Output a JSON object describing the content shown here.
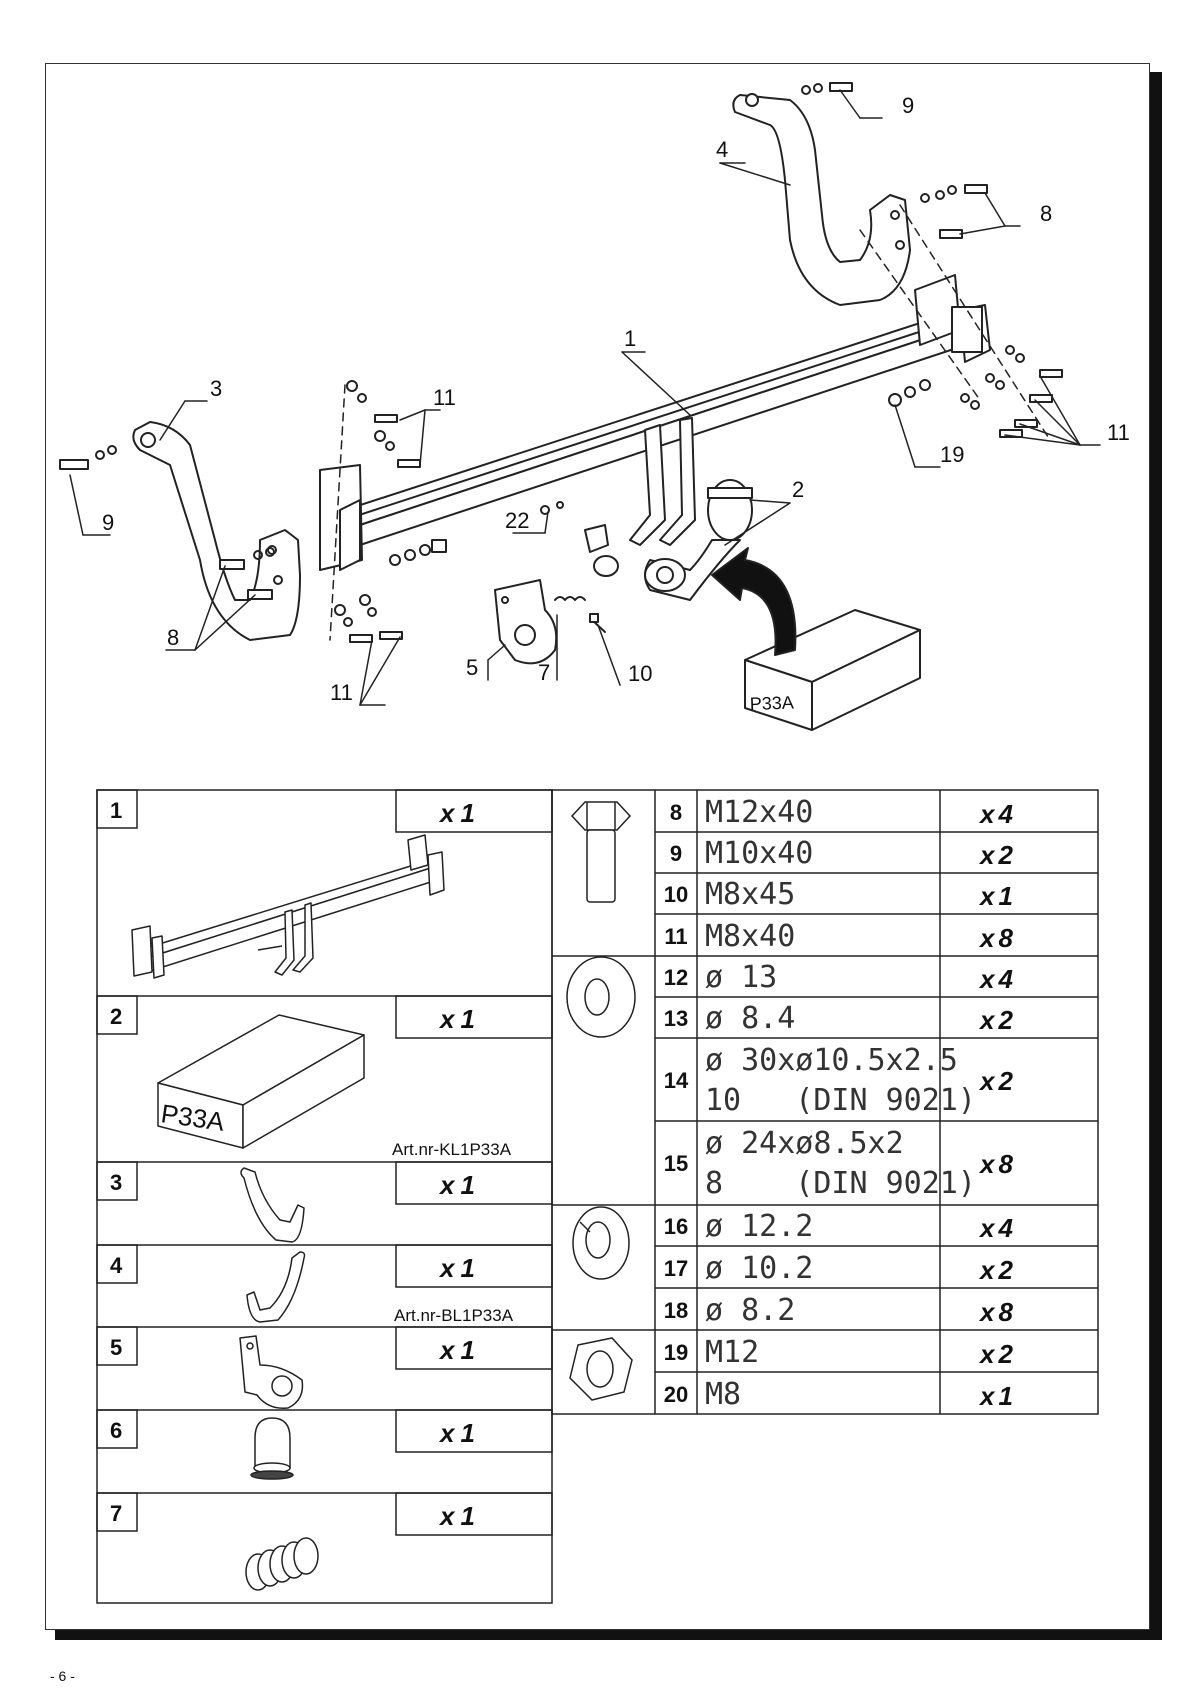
{
  "page_number": "- 6 -",
  "diagram": {
    "callouts": [
      {
        "id": "c1",
        "text": "1"
      },
      {
        "id": "c2",
        "text": "2"
      },
      {
        "id": "c3",
        "text": "3"
      },
      {
        "id": "c4",
        "text": "4"
      },
      {
        "id": "c5",
        "text": "5"
      },
      {
        "id": "c7",
        "text": "7"
      },
      {
        "id": "c8a",
        "text": "8"
      },
      {
        "id": "c8b",
        "text": "8"
      },
      {
        "id": "c9a",
        "text": "9"
      },
      {
        "id": "c9b",
        "text": "9"
      },
      {
        "id": "c10",
        "text": "10"
      },
      {
        "id": "c11a",
        "text": "11"
      },
      {
        "id": "c11b",
        "text": "11"
      },
      {
        "id": "c11c",
        "text": "11"
      },
      {
        "id": "c19",
        "text": "19"
      },
      {
        "id": "c22",
        "text": "22"
      }
    ],
    "box_label": "P33A"
  },
  "parts_left": [
    {
      "num": "1",
      "qty_prefix": "x",
      "qty": "1",
      "art": ""
    },
    {
      "num": "2",
      "qty_prefix": "x",
      "qty": "1",
      "art": "Art.nr-KL1P33A",
      "box_label": "P33A"
    },
    {
      "num": "3",
      "qty_prefix": "x",
      "qty": "1",
      "art": ""
    },
    {
      "num": "4",
      "qty_prefix": "x",
      "qty": "1",
      "art": "Art.nr-BL1P33A"
    },
    {
      "num": "5",
      "qty_prefix": "x",
      "qty": "1",
      "art": ""
    },
    {
      "num": "6",
      "qty_prefix": "x",
      "qty": "1",
      "art": ""
    },
    {
      "num": "7",
      "qty_prefix": "x",
      "qty": "1",
      "art": ""
    }
  ],
  "parts_right": [
    {
      "num": "8",
      "spec": [
        "M12x40"
      ],
      "qty_prefix": "x",
      "qty": "4"
    },
    {
      "num": "9",
      "spec": [
        "M10x40"
      ],
      "qty_prefix": "x",
      "qty": "2"
    },
    {
      "num": "10",
      "spec": [
        "M8x45"
      ],
      "qty_prefix": "x",
      "qty": "1"
    },
    {
      "num": "11",
      "spec": [
        "M8x40"
      ],
      "qty_prefix": "x",
      "qty": "8"
    },
    {
      "num": "12",
      "spec": [
        "ø 13"
      ],
      "qty_prefix": "x",
      "qty": "4"
    },
    {
      "num": "13",
      "spec": [
        "ø 8.4"
      ],
      "qty_prefix": "x",
      "qty": "2"
    },
    {
      "num": "14",
      "spec": [
        "ø 30xø10.5x2.5",
        "10   (DIN 9021)"
      ],
      "qty_prefix": "x",
      "qty": "2"
    },
    {
      "num": "15",
      "spec": [
        "ø 24xø8.5x2",
        "8    (DIN 9021)"
      ],
      "qty_prefix": "x",
      "qty": "8"
    },
    {
      "num": "16",
      "spec": [
        "ø 12.2"
      ],
      "qty_prefix": "x",
      "qty": "4"
    },
    {
      "num": "17",
      "spec": [
        "ø 10.2"
      ],
      "qty_prefix": "x",
      "qty": "2"
    },
    {
      "num": "18",
      "spec": [
        "ø 8.2"
      ],
      "qty_prefix": "x",
      "qty": "8"
    },
    {
      "num": "19",
      "spec": [
        "M12"
      ],
      "qty_prefix": "x",
      "qty": "2"
    },
    {
      "num": "20",
      "spec": [
        "M8"
      ],
      "qty_prefix": "x",
      "qty": "1"
    }
  ]
}
